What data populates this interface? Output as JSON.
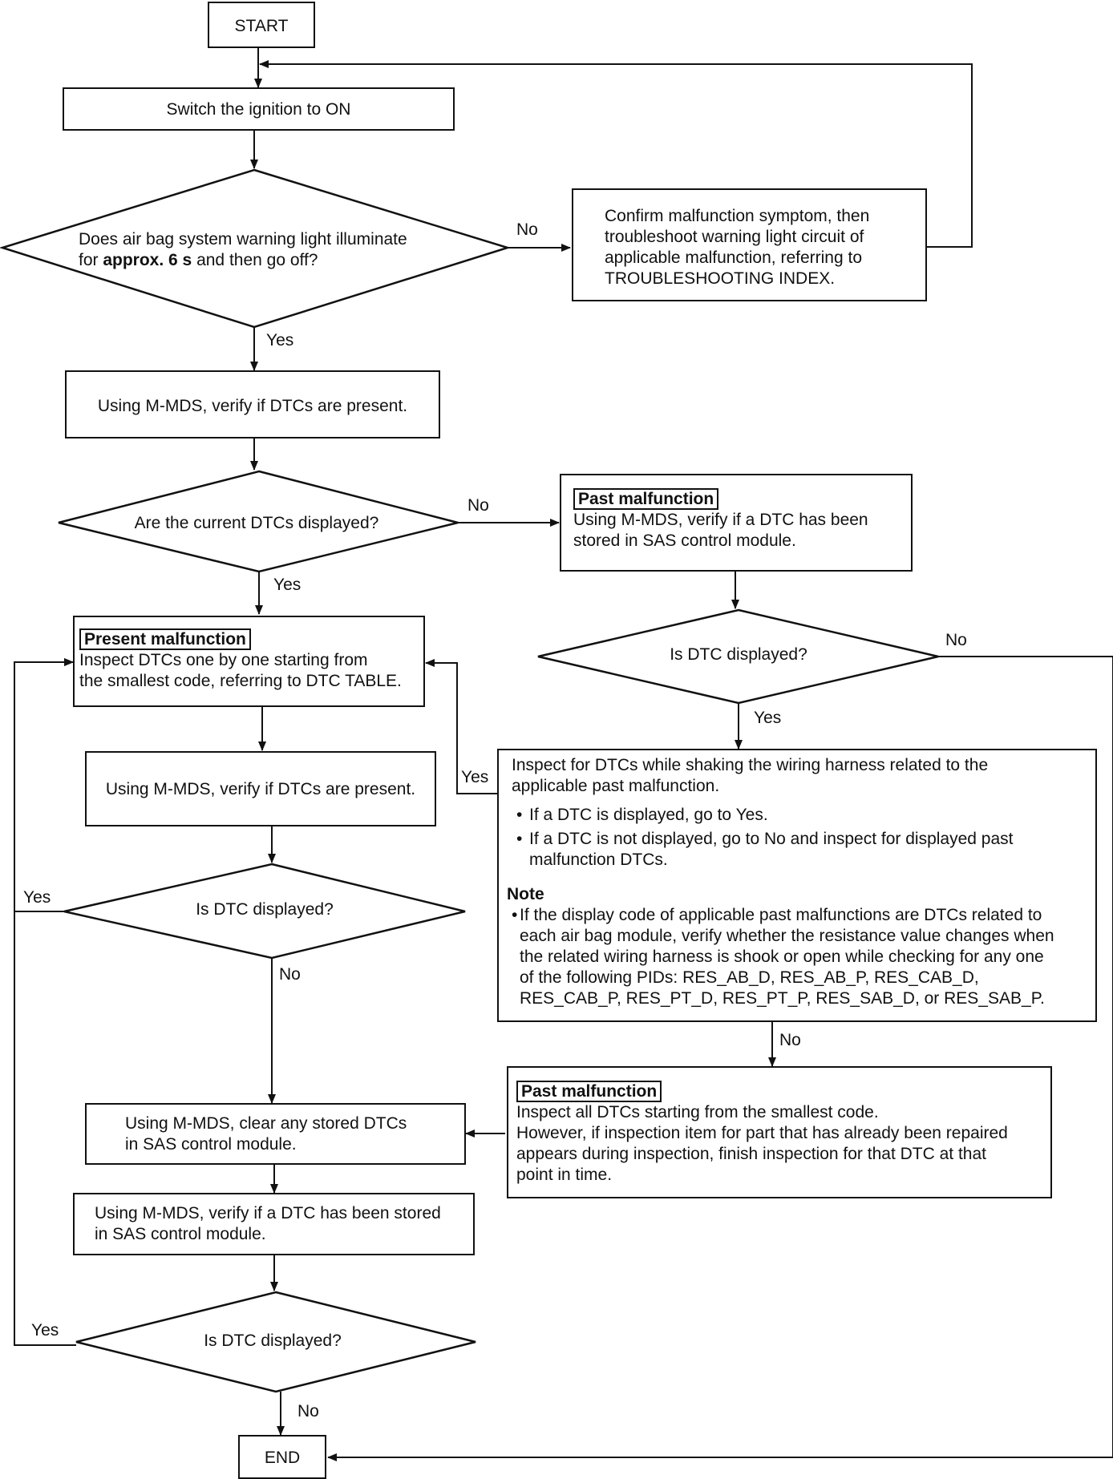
{
  "start": {
    "label": "START"
  },
  "end": {
    "label": "END"
  },
  "step1": {
    "text": "Switch the ignition to ON"
  },
  "q1": {
    "line1": "Does air bag system warning light illuminate",
    "line2_pre": "for ",
    "line2_bold": "approx. 6 s",
    "line2_post": " and then go off?"
  },
  "q1_no": {
    "lines": [
      "Confirm malfunction symptom, then",
      "troubleshoot warning light circuit of",
      "applicable malfunction, referring to",
      "TROUBLESHOOTING INDEX."
    ]
  },
  "step2": {
    "text": "Using M-MDS, verify if DTCs are present."
  },
  "q2": {
    "text": "Are the current DTCs displayed?"
  },
  "past1": {
    "tag": "Past malfunction",
    "lines": [
      "Using M-MDS, verify if a DTC has been",
      "stored in SAS control module."
    ]
  },
  "present": {
    "tag": "Present malfunction",
    "lines": [
      "Inspect DTCs one by one starting from",
      "the smallest code, referring to DTC TABLE."
    ]
  },
  "q3": {
    "text": "Is DTC displayed?"
  },
  "step3": {
    "text": "Using M-MDS, verify if DTCs are present."
  },
  "shake": {
    "lines": [
      "Inspect for DTCs while shaking the wiring harness related to the",
      "applicable past malfunction."
    ],
    "bullets": [
      [
        "If a DTC is displayed, go to Yes."
      ],
      [
        "If a DTC is not displayed, go to No and inspect for displayed past",
        "malfunction DTCs."
      ]
    ],
    "note_title": "Note",
    "note_lines": [
      "If the display code of applicable past malfunctions are DTCs related to",
      "each air bag module, verify whether the resistance value changes when",
      "the related wiring harness is shook or open while checking for any one",
      "of the following PIDs: RES_AB_D, RES_AB_P, RES_CAB_D,",
      "RES_CAB_P, RES_PT_D, RES_PT_P, RES_SAB_D, or RES_SAB_P."
    ]
  },
  "q4": {
    "text": "Is DTC displayed?"
  },
  "clear": {
    "lines": [
      "Using M-MDS, clear any stored DTCs",
      "in SAS control module."
    ]
  },
  "past2": {
    "tag": "Past malfunction",
    "lines": [
      "Inspect all DTCs starting from the smallest code.",
      "However, if inspection item for part that has already been repaired",
      "appears during inspection, finish inspection for that DTC at that",
      "point in time."
    ]
  },
  "step4": {
    "lines": [
      "Using M-MDS, verify if a DTC has been stored",
      "in SAS control module."
    ]
  },
  "q5": {
    "text": "Is DTC displayed?"
  },
  "labels": {
    "yes": "Yes",
    "no": "No"
  }
}
